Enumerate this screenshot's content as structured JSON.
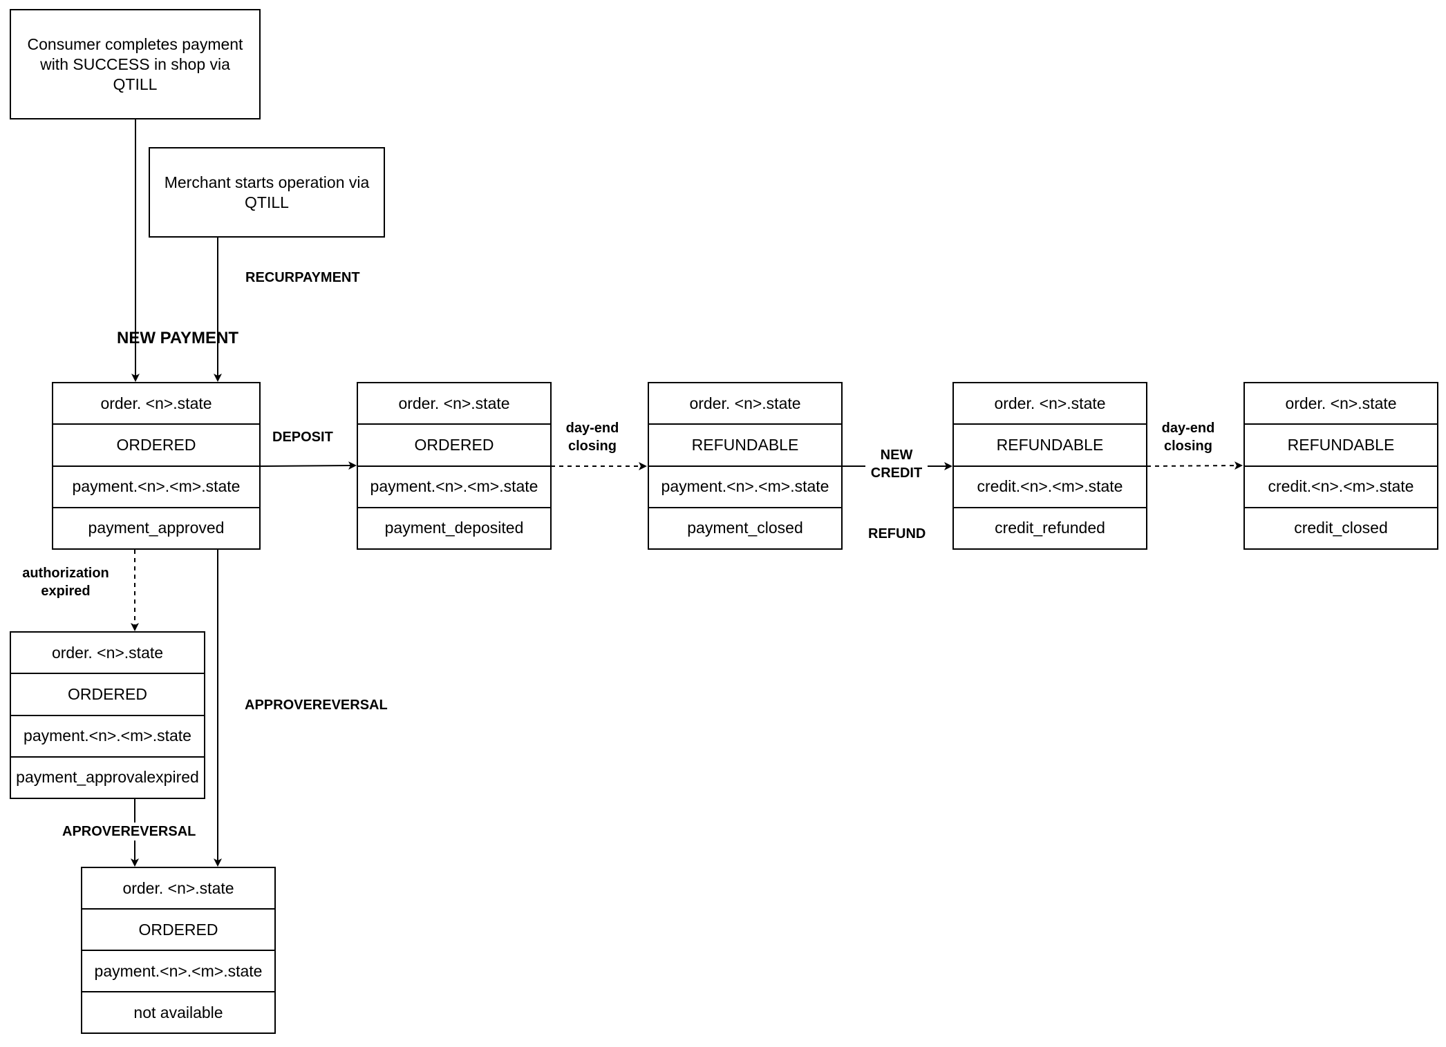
{
  "start_boxes": {
    "consumer": "Consumer completes payment with SUCCESS in shop via QTILL",
    "merchant": "Merchant starts operation via QTILL"
  },
  "states": {
    "s1": {
      "r1": "order. <n>.state",
      "r2": "ORDERED",
      "r3": "payment.<n>.<m>.state",
      "r4": "payment_approved"
    },
    "s2": {
      "r1": "order. <n>.state",
      "r2": "ORDERED",
      "r3": "payment.<n>.<m>.state",
      "r4": "payment_deposited"
    },
    "s3": {
      "r1": "order. <n>.state",
      "r2": "REFUNDABLE",
      "r3": "payment.<n>.<m>.state",
      "r4": "payment_closed"
    },
    "s4": {
      "r1": "order. <n>.state",
      "r2": "REFUNDABLE",
      "r3": "credit.<n>.<m>.state",
      "r4": "credit_refunded"
    },
    "s5": {
      "r1": "order. <n>.state",
      "r2": "REFUNDABLE",
      "r3": "credit.<n>.<m>.state",
      "r4": "credit_closed"
    },
    "s6": {
      "r1": "order. <n>.state",
      "r2": "ORDERED",
      "r3": "payment.<n>.<m>.state",
      "r4": "payment_approvalexpired"
    },
    "s7": {
      "r1": "order. <n>.state",
      "r2": "ORDERED",
      "r3": "payment.<n>.<m>.state",
      "r4": "not available"
    }
  },
  "labels": {
    "recurpayment": "RECURPAYMENT",
    "new_payment": "NEW PAYMENT",
    "deposit": "DEPOSIT",
    "dayend1_a": "day-end",
    "dayend1_b": "closing",
    "new_credit_a": "NEW",
    "new_credit_b": "CREDIT",
    "refund": "REFUND",
    "dayend2_a": "day-end",
    "dayend2_b": "closing",
    "auth_expired_a": "authorization",
    "auth_expired_b": "expired",
    "approvereversal": "APPROVEREVERSAL",
    "aprovereversal": "APROVEREVERSAL"
  }
}
